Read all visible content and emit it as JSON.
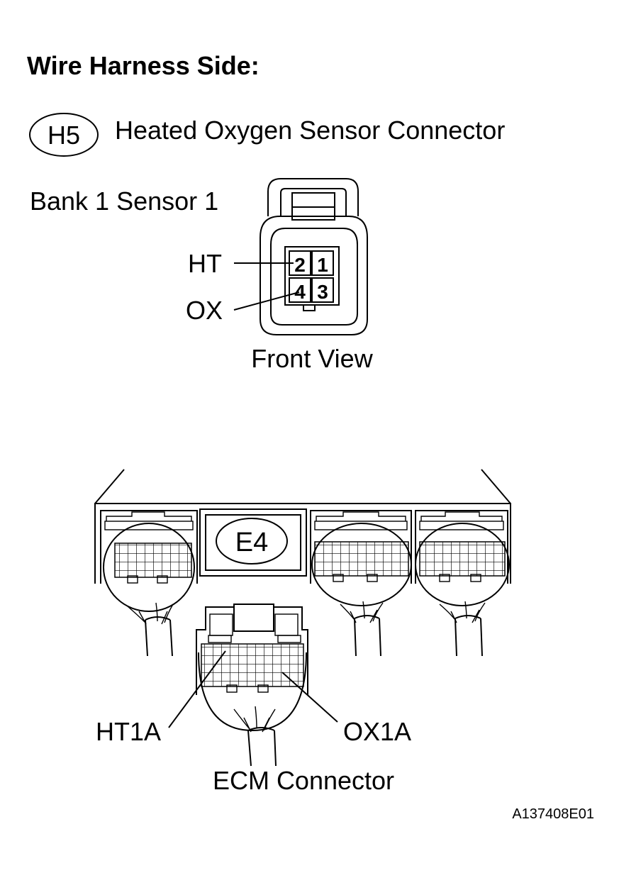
{
  "heading": "Wire Harness Side:",
  "sensor_connector": {
    "code": "H5",
    "name": "Heated Oxygen Sensor Connector",
    "position": "Bank 1 Sensor 1",
    "view": "Front View",
    "pins": [
      "1",
      "2",
      "3",
      "4"
    ],
    "terminals": [
      {
        "label": "HT",
        "pin": "2"
      },
      {
        "label": "OX",
        "pin": "4"
      }
    ]
  },
  "ecm_connector": {
    "code": "E4",
    "name": "ECM Connector",
    "terminals": [
      {
        "label": "HT1A"
      },
      {
        "label": "OX1A"
      }
    ]
  },
  "figure_id": "A137408E01"
}
